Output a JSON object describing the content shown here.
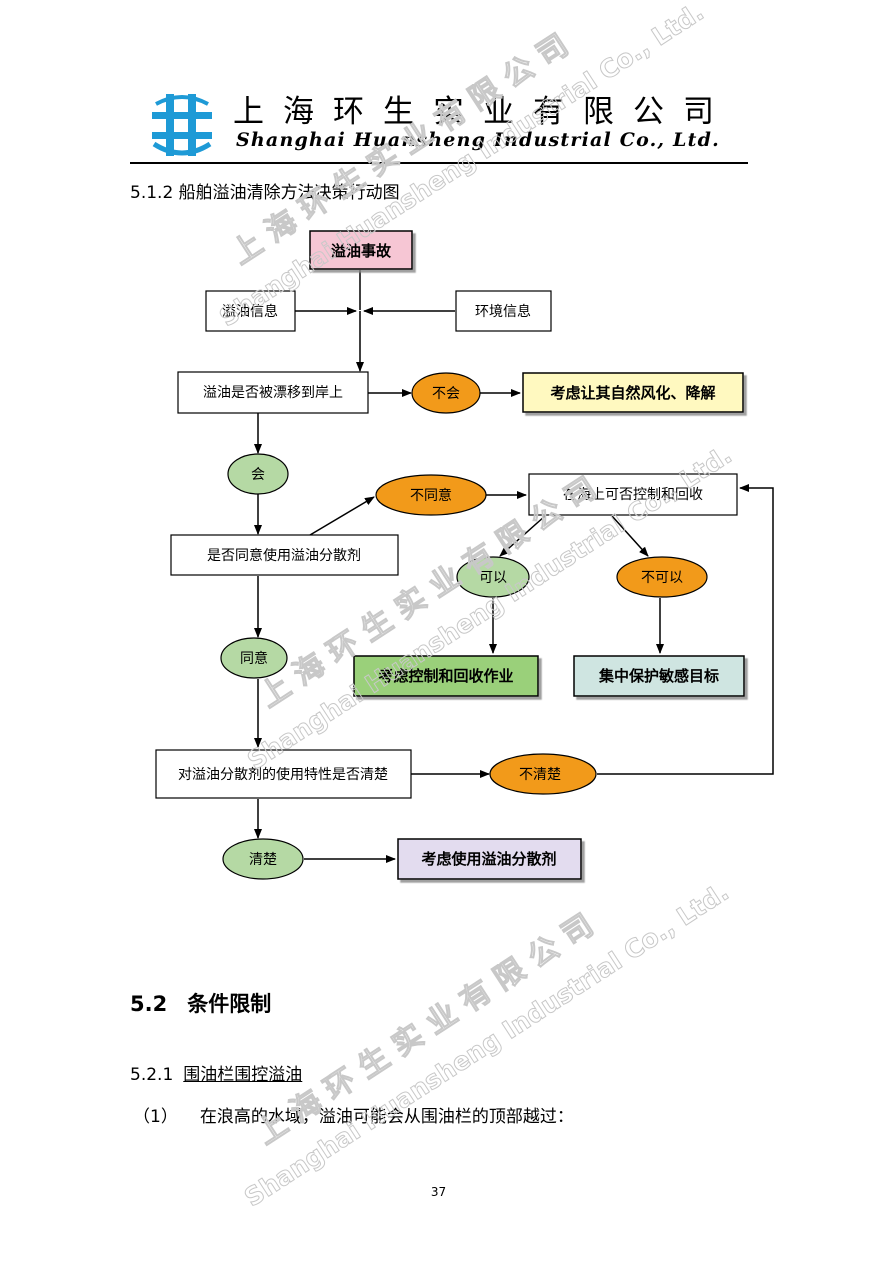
{
  "header": {
    "company_cn": "上海环生实业有限公司",
    "company_en": "Shanghai Huansheng Industrial Co., Ltd.",
    "logo_color": "#1e9ad6"
  },
  "section_title": "5.1.2 船舶溢油清除方法决策行动图",
  "flowchart": {
    "nodes": {
      "accident": "溢油事故",
      "spill_info": "溢油信息",
      "env_info": "环境信息",
      "drift_q": "溢油是否被漂移到岸上",
      "no_drift": "不会",
      "natural": "考虑让其自然风化、降解",
      "yes_drift": "会",
      "dispersant_q": "是否同意使用溢油分散剂",
      "disagree": "不同意",
      "sea_control_q": "在海上可否控制和回收",
      "can": "可以",
      "cannot": "不可以",
      "control_op": "考虑控制和回收作业",
      "protect": "集中保护敏感目标",
      "agree": "同意",
      "properties_q": "对溢油分散剂的使用特性是否清楚",
      "unclear": "不清楚",
      "clear": "清楚",
      "use_dispersant": "考虑使用溢油分散剂"
    },
    "colors": {
      "pink": "#f6c6d4",
      "yellow": "#fff9c0",
      "orange": "#f29a1a",
      "light_green": "#b5d9a4",
      "green_box": "#9ad07a",
      "teal_box": "#cfe5e1",
      "lavender_box": "#e3dcef"
    }
  },
  "section_52": {
    "number": "5.2",
    "title": "条件限制"
  },
  "section_521": {
    "number": "5.2.1",
    "title": "围油栏围控溢油"
  },
  "paragraph": {
    "marker": "（1）",
    "text": "在浪高的水域，溢油可能会从围油栏的顶部越过："
  },
  "page_number": "37",
  "watermark": {
    "cn": "上 海 环 生 实 业 有 限 公 司",
    "en": "Shanghai Huansheng Industrial Co., Ltd."
  }
}
